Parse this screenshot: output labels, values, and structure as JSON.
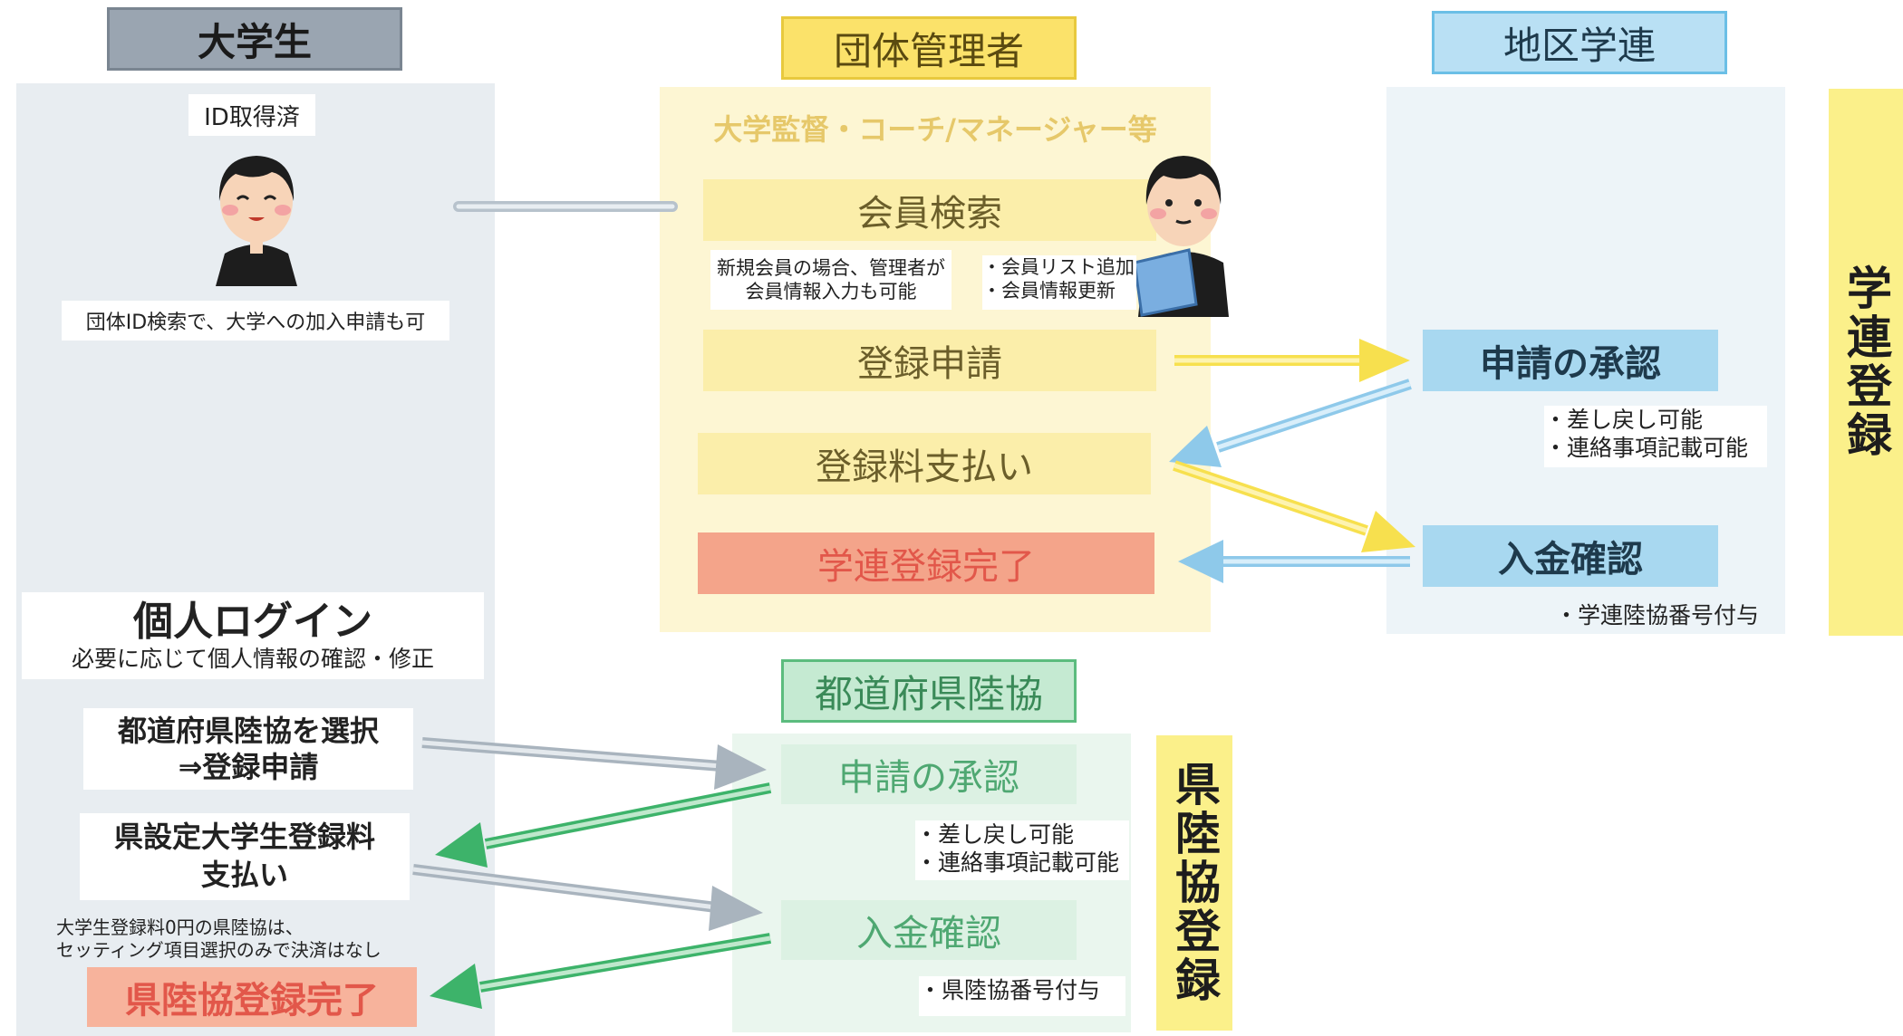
{
  "columns": {
    "student": "大学生",
    "admin": "団体管理者",
    "district": "地区学連"
  },
  "student": {
    "id_badge": "ID取得済",
    "note": "団体ID検索で、大学への加入申請も可",
    "login_title": "個人ログイン",
    "login_sub": "必要に応じて個人情報の確認・修正",
    "pref_select_line1": "都道府県陸協を選択",
    "pref_select_line2": "⇒登録申請",
    "pref_fee_line1": "県設定大学生登録料",
    "pref_fee_line2": "支払い",
    "zero_note_line1": "大学生登録料0円の県陸協は、",
    "zero_note_line2": "セッティング項目選択のみで決済はなし",
    "pref_complete": "県陸協登録完了"
  },
  "admin": {
    "subtitle": "大学監督・コーチ/マネージャー等",
    "member_search": "会員検索",
    "new_member_note_line1": "新規会員の場合、管理者が",
    "new_member_note_line2": "会員情報入力も可能",
    "list_note_line1": "・会員リスト追加",
    "list_note_line2": "・会員情報更新",
    "registration_request": "登録申請",
    "fee_payment": "登録料支払い",
    "complete": "学連登録完了"
  },
  "district": {
    "approval": "申請の承認",
    "approval_note_line1": "・差し戻し可能",
    "approval_note_line2": "・連絡事項記載可能",
    "payment_confirm": "入金確認",
    "payment_note": "・学連陸協番号付与"
  },
  "prefecture": {
    "title": "都道府県陸協",
    "approval": "申請の承認",
    "approval_note_line1": "・差し戻し可能",
    "approval_note_line2": "・連絡事項記載可能",
    "payment_confirm": "入金確認",
    "payment_note": "・県陸協番号付与"
  },
  "side_labels": {
    "gakuren": "学連登録",
    "kenrikkyo": "県陸協登録"
  },
  "colors": {
    "student_head": "#9aa5b1",
    "admin_head": "#fbe26a",
    "district_head": "#a8d8f0",
    "pref_head": "#bfe8cc",
    "complete_red": "#f4a48a",
    "arrow_yellow": "#f7e04e",
    "arrow_blue": "#8ec9ea",
    "arrow_green": "#3db36a",
    "arrow_gray": "#a9b4be"
  }
}
